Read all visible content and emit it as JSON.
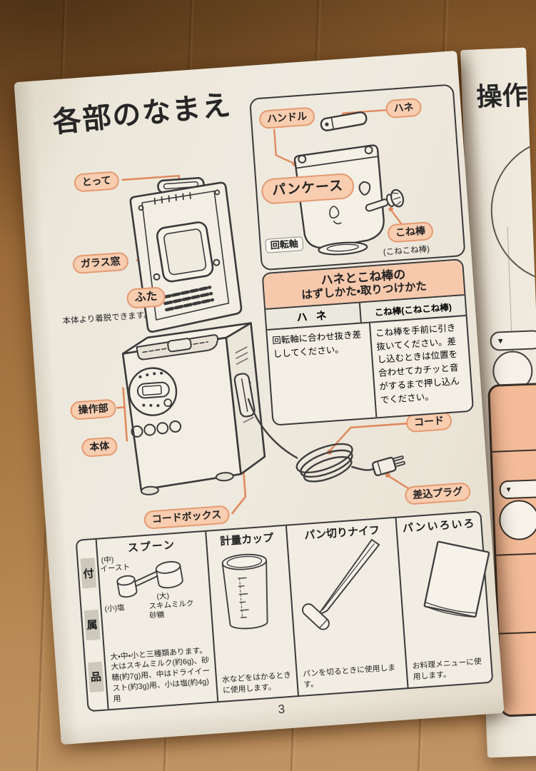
{
  "page": {
    "title": "各部のなまえ",
    "page_number": "3"
  },
  "machine": {
    "labels": {
      "handle": "とって",
      "glass_window": "ガラス窓",
      "lid": "ふた",
      "lid_note": "本体より着脱できます。",
      "control_panel": "操作部",
      "main_body": "本体",
      "cord_box": "コードボックス"
    }
  },
  "pan_box": {
    "handle": "ハンドル",
    "blade": "ハネ",
    "pan_case": "パンケース",
    "shaft": "回転軸",
    "rod": "こね棒",
    "rod_alias": "(こねこね棒)"
  },
  "cord": {
    "cord": "コード",
    "plug": "差込プラグ"
  },
  "howto_table": {
    "title_line1": "ハネとこね棒の",
    "title_line2": "はずしかた・取りつけかた",
    "columns": [
      {
        "header": "ハ ネ",
        "body": "回転軸に合わせ抜き差ししてください。"
      },
      {
        "header": "こね棒(こねこね棒)",
        "body": "こね棒を手前に引き抜いてください。差し込むときは位置を合わせてカチッと音がするまで押し込んでください。"
      }
    ]
  },
  "accessories": {
    "side_label": [
      "付",
      "属",
      "品"
    ],
    "spoon": {
      "title": "スプーン",
      "label_medium": "(中)",
      "label_medium_item": "イースト",
      "label_small": "(小)塩",
      "label_large": "(大)",
      "label_large_item1": "スキムミルク",
      "label_large_item2": "砂糖",
      "desc": "大・中・小と三種類あります。大はスキムミルク(約6g)、砂糖(約7g)用、中はドライイースト(約3g)用、小は塩(約4g)用"
    },
    "cup": {
      "title": "計量カップ",
      "desc": "水などをはかるときに使用します。"
    },
    "knife": {
      "title": "パン切りナイフ",
      "desc": "パンを切るときに使用します。"
    },
    "book": {
      "title": "パンいろいろ",
      "desc": "お料理メニューに使用します。"
    }
  },
  "right_page": {
    "heading": "操作",
    "arrow": "▼"
  },
  "colors": {
    "label_bg": "#f8cdb0",
    "label_border": "#e59a72",
    "connector": "#e08a5f",
    "table_header_bg": "#f6c9ad",
    "right_panel_pink": "#f3bb97",
    "ink": "#3a3a3a"
  }
}
